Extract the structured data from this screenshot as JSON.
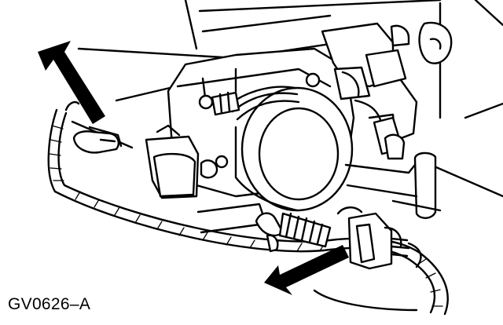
{
  "figure": {
    "caption": "GV0626–A",
    "icons": [
      "arrow-pointer-upper-left",
      "arrow-pointer-lower"
    ]
  }
}
